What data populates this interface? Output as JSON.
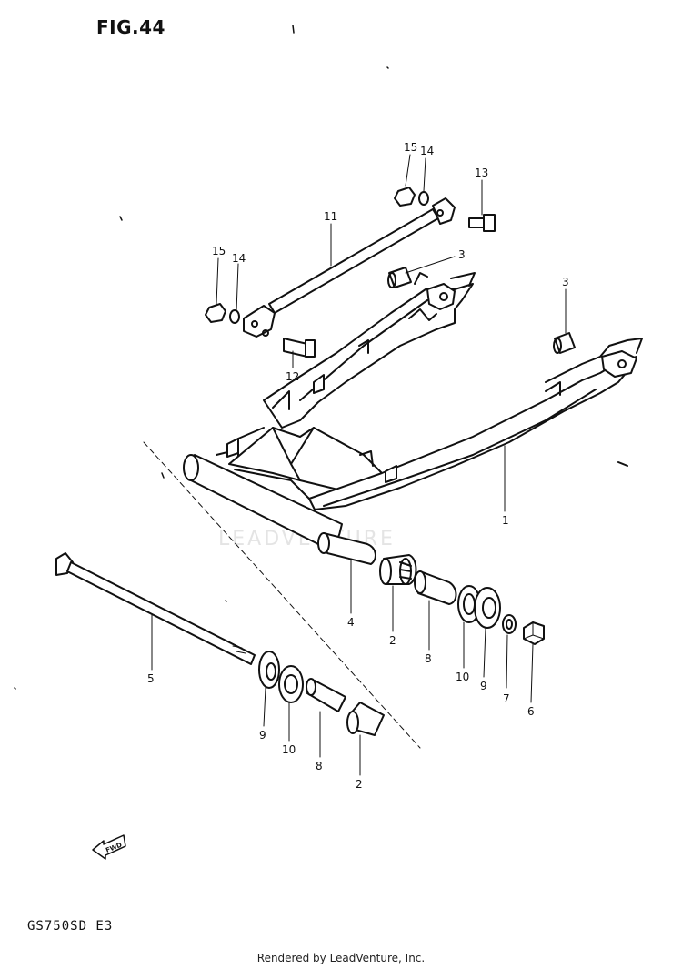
{
  "figure": {
    "title": "FIG.44",
    "model": "GS750SD  E3",
    "credit": "Rendered by LeadVenture, Inc.",
    "watermark": "LEADVENTURE",
    "arrow_label": "FWD"
  },
  "callouts": [
    {
      "id": "c15a",
      "label": "15"
    },
    {
      "id": "c14a",
      "label": "14"
    },
    {
      "id": "c13",
      "label": "13"
    },
    {
      "id": "c11",
      "label": "11"
    },
    {
      "id": "c3a",
      "label": "3"
    },
    {
      "id": "c15b",
      "label": "15"
    },
    {
      "id": "c14b",
      "label": "14"
    },
    {
      "id": "c3b",
      "label": "3"
    },
    {
      "id": "c12",
      "label": "12"
    },
    {
      "id": "c1",
      "label": "1"
    },
    {
      "id": "c4",
      "label": "4"
    },
    {
      "id": "c2a",
      "label": "2"
    },
    {
      "id": "c8a",
      "label": "8"
    },
    {
      "id": "c10a",
      "label": "10"
    },
    {
      "id": "c9a",
      "label": "9"
    },
    {
      "id": "c7",
      "label": "7"
    },
    {
      "id": "c6",
      "label": "6"
    },
    {
      "id": "c5",
      "label": "5"
    },
    {
      "id": "c9b",
      "label": "9"
    },
    {
      "id": "c10b",
      "label": "10"
    },
    {
      "id": "c8b",
      "label": "8"
    },
    {
      "id": "c2b",
      "label": "2"
    }
  ]
}
